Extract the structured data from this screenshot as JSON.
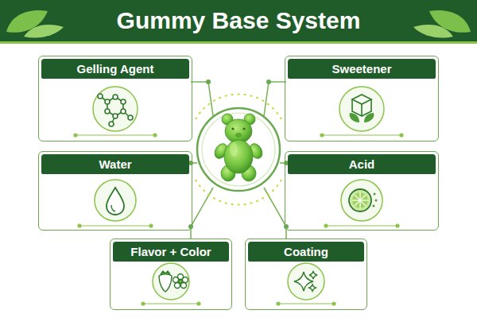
{
  "diagram": {
    "title": "Gummy Base System",
    "nodes": [
      {
        "text": [
          "Gelling Agent"
        ]
      },
      {
        "text": [
          "Sweetener"
        ]
      },
      {
        "text": [
          "Water"
        ]
      },
      {
        "text": [
          "Acid"
        ]
      },
      {
        "text": [
          "Flavor + Color"
        ]
      },
      {
        "text": [
          "Coating"
        ]
      }
    ]
  }
}
